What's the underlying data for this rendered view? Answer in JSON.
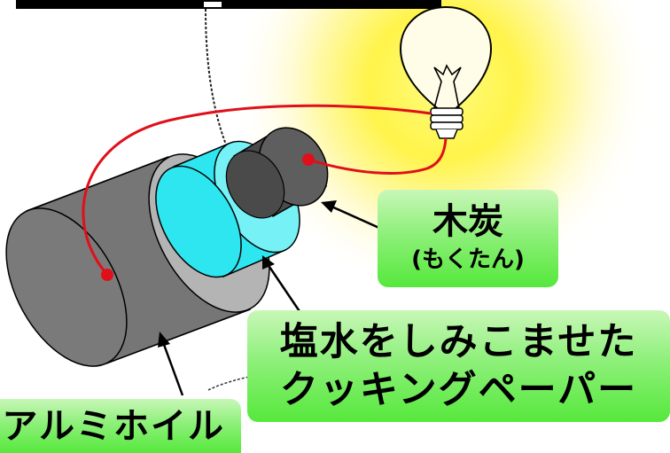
{
  "labels": {
    "charcoal_main": "木炭",
    "charcoal_reading": "(もくたん)",
    "paper_line1": "塩水をしみこませた",
    "paper_line2": "クッキングペーパー",
    "foil": "アルミホイル"
  },
  "colors": {
    "label_green": "#56e83c",
    "wire": "#e0101a",
    "charcoal": "#5a5a5a",
    "paper": "#2ee6f0",
    "foil": "#7c7c7c",
    "bulb_glow": "#fff44a"
  },
  "icons": [
    "light-bulb-icon"
  ]
}
